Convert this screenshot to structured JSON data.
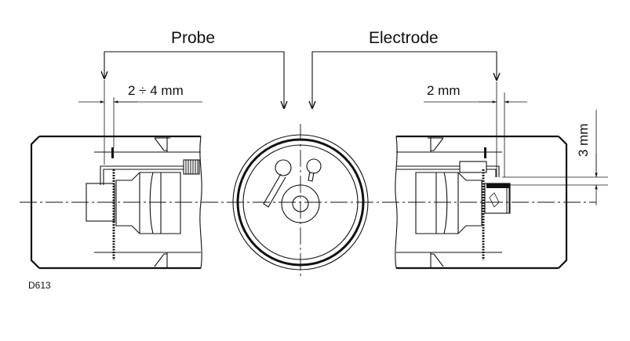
{
  "labels": {
    "probe": "Probe",
    "electrode": "Electrode",
    "gap_probe": "2 ÷ 4 mm",
    "gap_electrode": "2  mm",
    "height_electrode": "3  mm",
    "code": "D613"
  },
  "colors": {
    "ink": "#111111",
    "background": "#ffffff"
  }
}
